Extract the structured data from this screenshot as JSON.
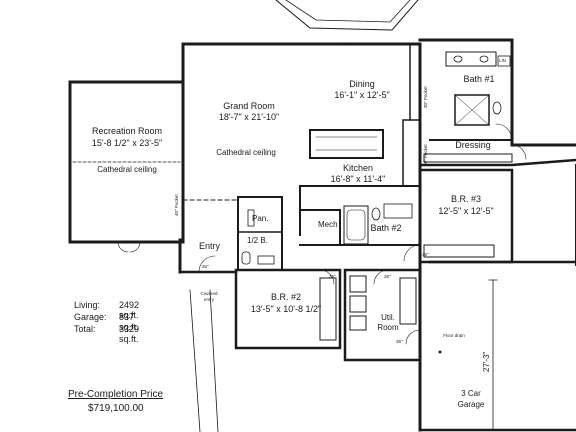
{
  "rooms": {
    "recreation": {
      "name": "Recreation Room",
      "dims": "15'-8 1/2\" x 23'-5\"",
      "ceiling": "Cathedral ceiling"
    },
    "grand": {
      "name": "Grand Room",
      "dims": "18'-7\" x 21'-10\"",
      "ceiling": "Cathedral ceiling"
    },
    "dining": {
      "name": "Dining",
      "dims": "16'-1\" x 12'-5\""
    },
    "kitchen": {
      "name": "Kitchen",
      "dims": "16'-8\" x 11'-4\""
    },
    "bath1": {
      "name": "Bath #1"
    },
    "dressing": {
      "name": "Dressing"
    },
    "br3": {
      "name": "B.R. #3",
      "dims": "12'-5\" x 12'-5\""
    },
    "br2": {
      "name": "B.R. #2",
      "dims": "13'-5\" x 10'-8 1/2\""
    },
    "bath2": {
      "name": "Bath #2"
    },
    "mech": {
      "name": "Mech"
    },
    "pan": {
      "name": "Pan."
    },
    "half_bath": {
      "name": "1/2 B."
    },
    "entry": {
      "name": "Entry"
    },
    "covered_entry": {
      "name": "Covered entry"
    },
    "util": {
      "name": "Util. Room"
    },
    "garage": {
      "name": "3 Car Garage",
      "floor_drain": "Floor drain",
      "depth": "27'-3\""
    }
  },
  "pockets": {
    "p40": "40\" Pocket",
    "p30a": "30\" Pocket",
    "p30b": "30\" Pocket"
  },
  "door_marks": [
    "36\"",
    "36\"",
    "36\"",
    "36\"",
    "36\""
  ],
  "fixture_marks": {
    "lin": "LIN"
  },
  "stats": [
    {
      "label": "Living:",
      "value": "2492 sq.ft."
    },
    {
      "label": "Garage:",
      "value": "837 sq.ft."
    },
    {
      "label": "Total:",
      "value": "3329 sq.ft."
    }
  ],
  "price": {
    "heading": "Pre-Completion Price",
    "value": "$719,100.00"
  }
}
